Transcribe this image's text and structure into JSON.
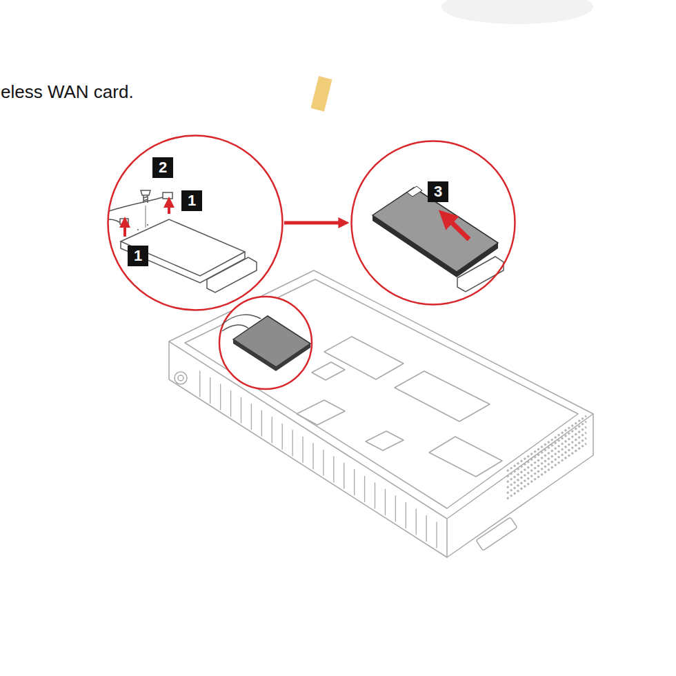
{
  "diagram": {
    "nodes": [
      {
        "text": [
          "2",
          "1",
          "1"
        ]
      },
      {
        "text": [
          "3"
        ]
      }
    ],
    "edges": [
      {
        "from": 0,
        "to": 1,
        "arrow": "to"
      }
    ],
    "labels": [
      "eless WAN card."
    ]
  }
}
